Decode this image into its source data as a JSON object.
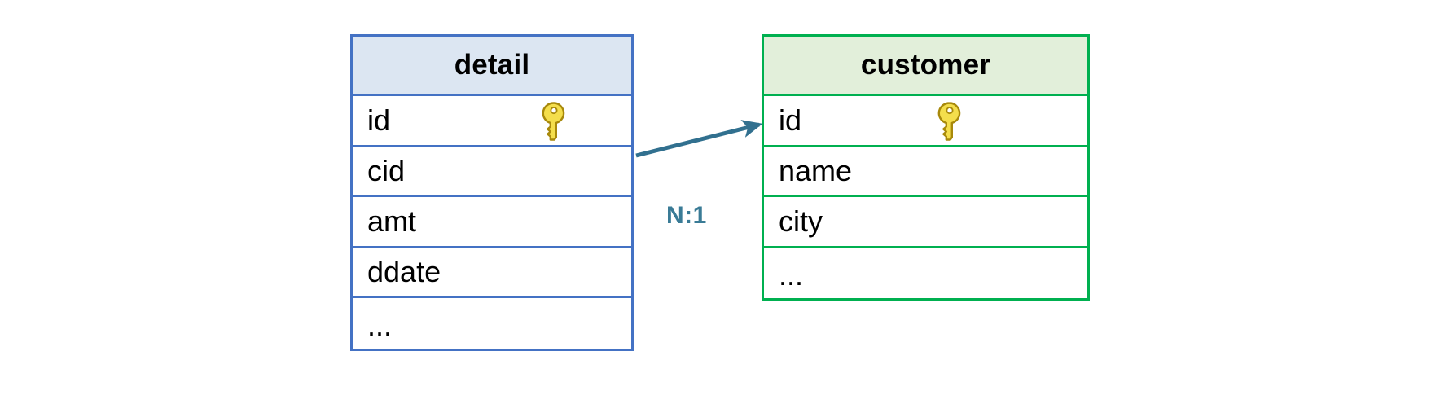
{
  "diagram": {
    "type": "er-diagram",
    "background": "#ffffff",
    "entities": [
      {
        "name": "detail",
        "accent": "#4472C4",
        "header_fill": "#DCE6F2",
        "fields": [
          {
            "name": "id",
            "key": true
          },
          {
            "name": "cid",
            "key": false
          },
          {
            "name": "amt",
            "key": false
          },
          {
            "name": "ddate",
            "key": false
          },
          {
            "name": "...",
            "key": false
          }
        ]
      },
      {
        "name": "customer",
        "accent": "#00B050",
        "header_fill": "#E2EFDA",
        "fields": [
          {
            "name": "id",
            "key": true
          },
          {
            "name": "name",
            "key": false
          },
          {
            "name": "city",
            "key": false
          },
          {
            "name": "...",
            "key": false
          }
        ]
      }
    ],
    "relationship": {
      "cardinality": "N:1",
      "color": "#31708F",
      "from_entity": "detail",
      "from_field": "cid",
      "to_entity": "customer",
      "to_field": "id",
      "arrow_direction": "to-customer"
    },
    "icons": {
      "primary_key": "key-icon",
      "key_fill": "#F2DD4A",
      "key_stroke": "#A8890B"
    }
  }
}
